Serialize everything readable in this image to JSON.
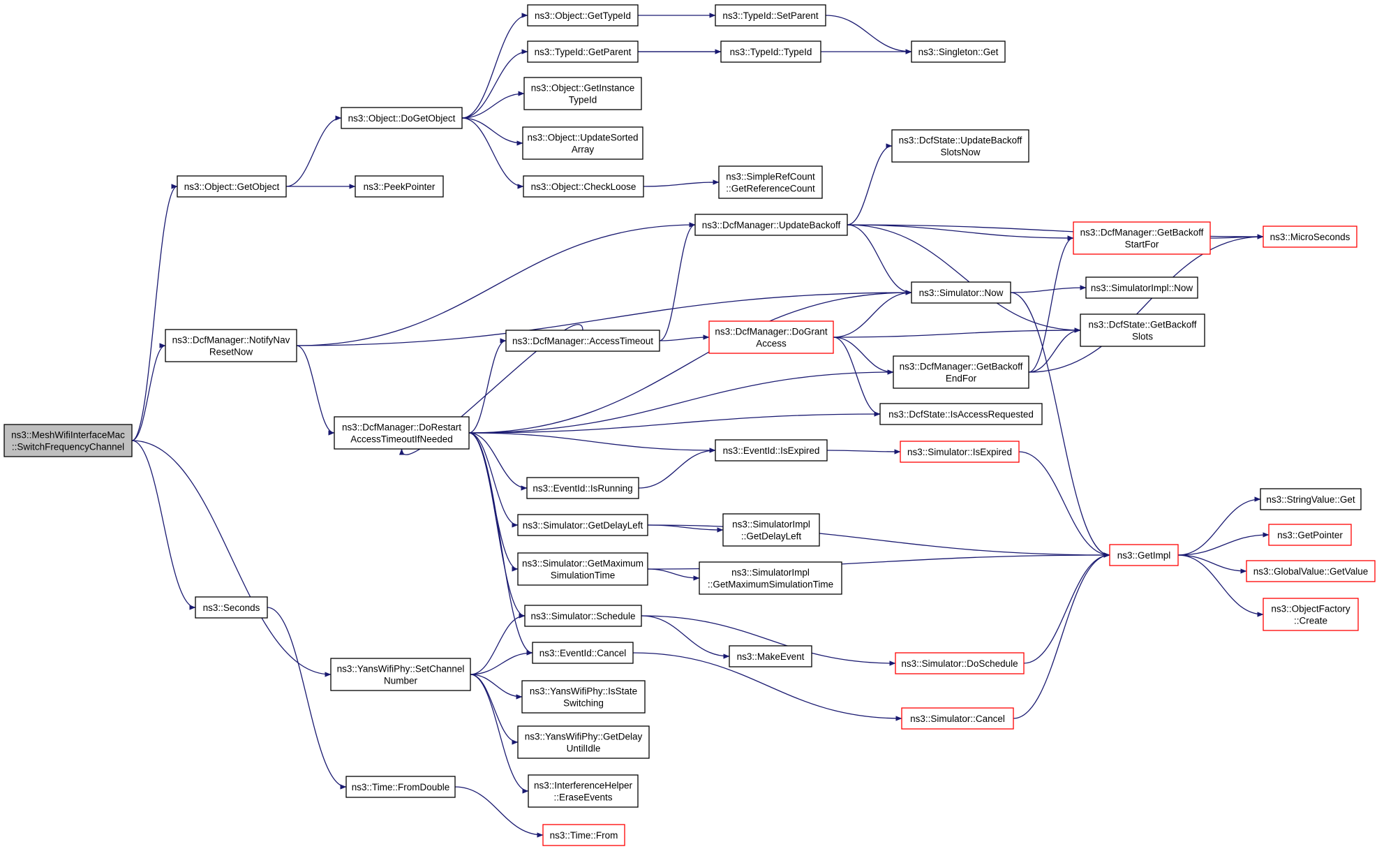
{
  "colors": {
    "edge": "#191970",
    "arrowhead": "#191970",
    "box_border": "#000000",
    "box_border_truncated": "#ff0000",
    "root_fill": "#bfbfbf",
    "box_fill": "#ffffff"
  },
  "nodes": [
    {
      "id": "root",
      "lines": [
        "ns3::MeshWifiInterfaceMac",
        "::SwitchFrequencyChannel"
      ],
      "style": "root"
    },
    {
      "id": "getObject",
      "lines": [
        "ns3::Object::GetObject"
      ],
      "style": "normal"
    },
    {
      "id": "notifyNav",
      "lines": [
        "ns3::DcfManager::NotifyNav",
        "ResetNow"
      ],
      "style": "normal"
    },
    {
      "id": "seconds",
      "lines": [
        "ns3::Seconds"
      ],
      "style": "normal"
    },
    {
      "id": "setChannel",
      "lines": [
        "ns3::YansWifiPhy::SetChannel",
        "Number"
      ],
      "style": "normal"
    },
    {
      "id": "doGetObject",
      "lines": [
        "ns3::Object::DoGetObject"
      ],
      "style": "normal"
    },
    {
      "id": "peekPointer",
      "lines": [
        "ns3::PeekPointer"
      ],
      "style": "normal"
    },
    {
      "id": "doRestart",
      "lines": [
        "ns3::DcfManager::DoRestart",
        "AccessTimeoutIfNeeded"
      ],
      "style": "normal"
    },
    {
      "id": "fromDouble",
      "lines": [
        "ns3::Time::FromDouble"
      ],
      "style": "normal"
    },
    {
      "id": "getTypeId",
      "lines": [
        "ns3::Object::GetTypeId"
      ],
      "style": "normal"
    },
    {
      "id": "typeIdGetParent",
      "lines": [
        "ns3::TypeId::GetParent"
      ],
      "style": "normal"
    },
    {
      "id": "getInstanceTypeId",
      "lines": [
        "ns3::Object::GetInstance",
        "TypeId"
      ],
      "style": "normal"
    },
    {
      "id": "updateSortedArray",
      "lines": [
        "ns3::Object::UpdateSorted",
        "Array"
      ],
      "style": "normal"
    },
    {
      "id": "checkLoose",
      "lines": [
        "ns3::Object::CheckLoose"
      ],
      "style": "normal"
    },
    {
      "id": "accessTimeout",
      "lines": [
        "ns3::DcfManager::AccessTimeout"
      ],
      "style": "normal"
    },
    {
      "id": "isRunning",
      "lines": [
        "ns3::EventId::IsRunning"
      ],
      "style": "normal"
    },
    {
      "id": "getDelayLeft",
      "lines": [
        "ns3::Simulator::GetDelayLeft"
      ],
      "style": "normal"
    },
    {
      "id": "getMaxSimTime",
      "lines": [
        "ns3::Simulator::GetMaximum",
        "SimulationTime"
      ],
      "style": "normal"
    },
    {
      "id": "schedule",
      "lines": [
        "ns3::Simulator::Schedule"
      ],
      "style": "normal"
    },
    {
      "id": "eventCancel",
      "lines": [
        "ns3::EventId::Cancel"
      ],
      "style": "normal"
    },
    {
      "id": "isStateSwitching",
      "lines": [
        "ns3::YansWifiPhy::IsState",
        "Switching"
      ],
      "style": "normal"
    },
    {
      "id": "getDelayUntilIdle",
      "lines": [
        "ns3::YansWifiPhy::GetDelay",
        "UntilIdle"
      ],
      "style": "normal"
    },
    {
      "id": "eraseEvents",
      "lines": [
        "ns3::InterferenceHelper",
        "::EraseEvents"
      ],
      "style": "normal"
    },
    {
      "id": "timeFrom",
      "lines": [
        "ns3::Time::From"
      ],
      "style": "truncated"
    },
    {
      "id": "setParent",
      "lines": [
        "ns3::TypeId::SetParent"
      ],
      "style": "normal"
    },
    {
      "id": "typeIdTypeId",
      "lines": [
        "ns3::TypeId::TypeId"
      ],
      "style": "normal"
    },
    {
      "id": "simpleRefCount",
      "lines": [
        "ns3::SimpleRefCount",
        "::GetReferenceCount"
      ],
      "style": "normal"
    },
    {
      "id": "updateBackoff",
      "lines": [
        "ns3::DcfManager::UpdateBackoff"
      ],
      "style": "normal"
    },
    {
      "id": "doGrantAccess",
      "lines": [
        "ns3::DcfManager::DoGrant",
        "Access"
      ],
      "style": "truncated"
    },
    {
      "id": "eventIsExpired",
      "lines": [
        "ns3::EventId::IsExpired"
      ],
      "style": "normal"
    },
    {
      "id": "implGetDelayLeft",
      "lines": [
        "ns3::SimulatorImpl",
        "::GetDelayLeft"
      ],
      "style": "normal"
    },
    {
      "id": "implGetMaxSimTime",
      "lines": [
        "ns3::SimulatorImpl",
        "::GetMaximumSimulationTime"
      ],
      "style": "normal"
    },
    {
      "id": "makeEvent",
      "lines": [
        "ns3::MakeEvent"
      ],
      "style": "normal"
    },
    {
      "id": "singletonGet",
      "lines": [
        "ns3::Singleton::Get"
      ],
      "style": "normal"
    },
    {
      "id": "updateBackoffSlotsNow",
      "lines": [
        "ns3::DcfState::UpdateBackoff",
        "SlotsNow"
      ],
      "style": "normal"
    },
    {
      "id": "simulatorNow",
      "lines": [
        "ns3::Simulator::Now"
      ],
      "style": "normal"
    },
    {
      "id": "getBackoffEndFor",
      "lines": [
        "ns3::DcfManager::GetBackoff",
        "EndFor"
      ],
      "style": "normal"
    },
    {
      "id": "isAccessRequested",
      "lines": [
        "ns3::DcfState::IsAccessRequested"
      ],
      "style": "normal"
    },
    {
      "id": "simIsExpired",
      "lines": [
        "ns3::Simulator::IsExpired"
      ],
      "style": "truncated"
    },
    {
      "id": "doSchedule",
      "lines": [
        "ns3::Simulator::DoSchedule"
      ],
      "style": "truncated"
    },
    {
      "id": "simCancel",
      "lines": [
        "ns3::Simulator::Cancel"
      ],
      "style": "truncated"
    },
    {
      "id": "getBackoffStartFor",
      "lines": [
        "ns3::DcfManager::GetBackoff",
        "StartFor"
      ],
      "style": "truncated"
    },
    {
      "id": "implNow",
      "lines": [
        "ns3::SimulatorImpl::Now"
      ],
      "style": "normal"
    },
    {
      "id": "getBackoffSlots",
      "lines": [
        "ns3::DcfState::GetBackoff",
        "Slots"
      ],
      "style": "normal"
    },
    {
      "id": "getImpl",
      "lines": [
        "ns3::GetImpl"
      ],
      "style": "truncated"
    },
    {
      "id": "microSeconds",
      "lines": [
        "ns3::MicroSeconds"
      ],
      "style": "truncated"
    },
    {
      "id": "stringValueGet",
      "lines": [
        "ns3::StringValue::Get"
      ],
      "style": "normal"
    },
    {
      "id": "getPointer",
      "lines": [
        "ns3::GetPointer"
      ],
      "style": "truncated"
    },
    {
      "id": "globalValueGet",
      "lines": [
        "ns3::GlobalValue::GetValue"
      ],
      "style": "truncated"
    },
    {
      "id": "objectFactoryCreate",
      "lines": [
        "ns3::ObjectFactory",
        "::Create"
      ],
      "style": "truncated"
    }
  ],
  "edges": [
    [
      "root",
      "getObject"
    ],
    [
      "root",
      "notifyNav"
    ],
    [
      "root",
      "seconds"
    ],
    [
      "root",
      "setChannel"
    ],
    [
      "getObject",
      "doGetObject"
    ],
    [
      "getObject",
      "peekPointer"
    ],
    [
      "doGetObject",
      "getTypeId"
    ],
    [
      "doGetObject",
      "typeIdGetParent"
    ],
    [
      "doGetObject",
      "getInstanceTypeId"
    ],
    [
      "doGetObject",
      "updateSortedArray"
    ],
    [
      "doGetObject",
      "checkLoose"
    ],
    [
      "getTypeId",
      "setParent"
    ],
    [
      "setParent",
      "singletonGet"
    ],
    [
      "typeIdGetParent",
      "typeIdTypeId"
    ],
    [
      "typeIdGetParent",
      "singletonGet"
    ],
    [
      "checkLoose",
      "simpleRefCount"
    ],
    [
      "notifyNav",
      "updateBackoff"
    ],
    [
      "notifyNav",
      "simulatorNow"
    ],
    [
      "notifyNav",
      "doRestart"
    ],
    [
      "updateBackoff",
      "updateBackoffSlotsNow"
    ],
    [
      "updateBackoff",
      "microSeconds"
    ],
    [
      "updateBackoff",
      "getBackoffStartFor"
    ],
    [
      "updateBackoff",
      "simulatorNow"
    ],
    [
      "updateBackoff",
      "getBackoffSlots"
    ],
    [
      "getBackoffStartFor",
      "microSeconds"
    ],
    [
      "simulatorNow",
      "implNow"
    ],
    [
      "simulatorNow",
      "getImpl"
    ],
    [
      "doRestart",
      "simulatorNow"
    ],
    [
      "doRestart",
      "accessTimeout"
    ],
    [
      "doRestart",
      "getBackoffEndFor"
    ],
    [
      "doRestart",
      "isAccessRequested"
    ],
    [
      "doRestart",
      "eventIsExpired"
    ],
    [
      "doRestart",
      "isRunning"
    ],
    [
      "doRestart",
      "getDelayLeft"
    ],
    [
      "doRestart",
      "getMaxSimTime"
    ],
    [
      "doRestart",
      "schedule"
    ],
    [
      "doRestart",
      "eventCancel"
    ],
    [
      "accessTimeout",
      "updateBackoff"
    ],
    [
      "accessTimeout",
      "doGrantAccess"
    ],
    [
      "accessTimeout",
      "doRestart"
    ],
    [
      "doGrantAccess",
      "simulatorNow"
    ],
    [
      "doGrantAccess",
      "getBackoffSlots"
    ],
    [
      "doGrantAccess",
      "getBackoffEndFor"
    ],
    [
      "doGrantAccess",
      "isAccessRequested"
    ],
    [
      "getBackoffEndFor",
      "getBackoffStartFor"
    ],
    [
      "getBackoffEndFor",
      "getBackoffSlots"
    ],
    [
      "getBackoffEndFor",
      "microSeconds"
    ],
    [
      "isRunning",
      "eventIsExpired"
    ],
    [
      "eventIsExpired",
      "simIsExpired"
    ],
    [
      "simIsExpired",
      "getImpl"
    ],
    [
      "getDelayLeft",
      "implGetDelayLeft"
    ],
    [
      "getDelayLeft",
      "getImpl"
    ],
    [
      "getMaxSimTime",
      "implGetMaxSimTime"
    ],
    [
      "getMaxSimTime",
      "getImpl"
    ],
    [
      "schedule",
      "makeEvent"
    ],
    [
      "schedule",
      "doSchedule"
    ],
    [
      "doSchedule",
      "getImpl"
    ],
    [
      "eventCancel",
      "simCancel"
    ],
    [
      "simCancel",
      "getImpl"
    ],
    [
      "getImpl",
      "stringValueGet"
    ],
    [
      "getImpl",
      "getPointer"
    ],
    [
      "getImpl",
      "globalValueGet"
    ],
    [
      "getImpl",
      "objectFactoryCreate"
    ],
    [
      "setChannel",
      "schedule"
    ],
    [
      "setChannel",
      "eventCancel"
    ],
    [
      "setChannel",
      "isStateSwitching"
    ],
    [
      "setChannel",
      "getDelayUntilIdle"
    ],
    [
      "setChannel",
      "eraseEvents"
    ],
    [
      "seconds",
      "fromDouble"
    ],
    [
      "fromDouble",
      "timeFrom"
    ]
  ]
}
